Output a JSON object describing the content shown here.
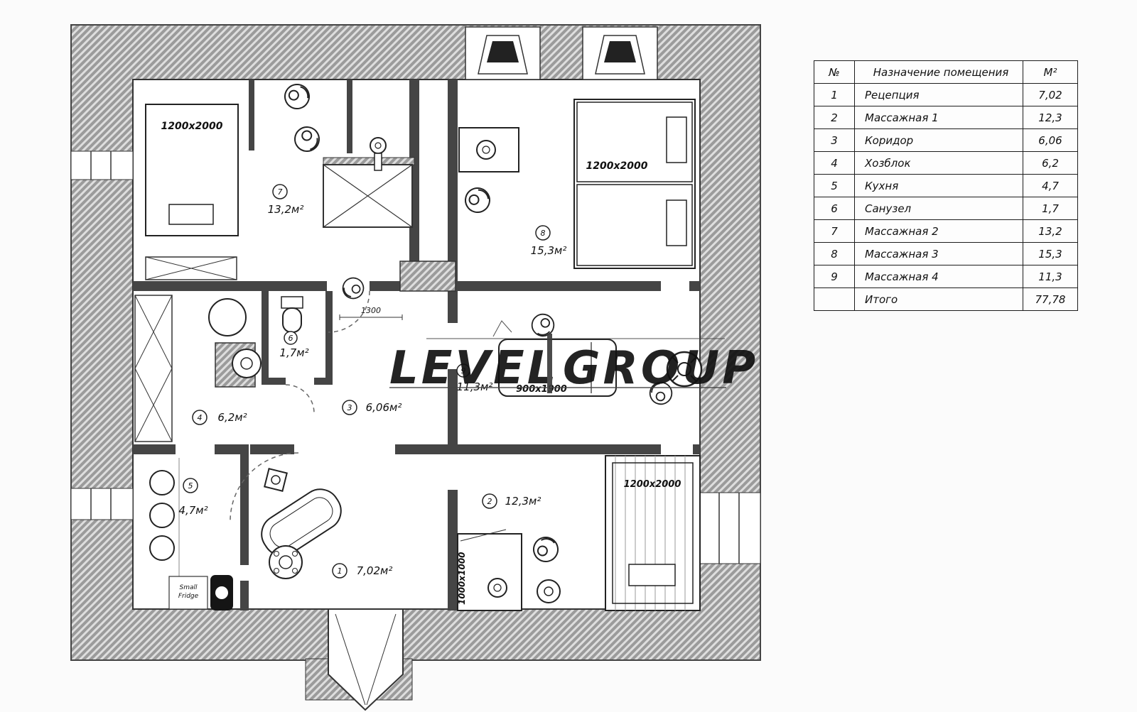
{
  "plan": {
    "watermark_left": "LEVEL",
    "watermark_right": "GROUP",
    "labels": {
      "room1_num": "1",
      "room1_area": "7,02м²",
      "room2_num": "2",
      "room2_area": "12,3м²",
      "room3_num": "3",
      "room3_area": "6,06м²",
      "room4_num": "4",
      "room4_area": "6,2м²",
      "room5_num": "5",
      "room5_area": "4,7м²",
      "room6_num": "6",
      "room6_area": "1,7м²",
      "room7_num": "7",
      "room7_area": "13,2м²",
      "room8_num": "8",
      "room8_area": "15,3м²",
      "room9_num": "9",
      "room9_area": "11,3м²"
    },
    "dimensions": {
      "bed_top_left": "1200x2000",
      "bed_top_right": "1200x2000",
      "bed_bottom_right": "1200x2000",
      "massage_table": "900x1900",
      "shower": "1000x1000",
      "corridor_width": "1300"
    },
    "fridge_line1": "Small",
    "fridge_line2": "Fridge"
  },
  "table": {
    "headers": {
      "num": "№",
      "name": "Назначение помещения",
      "area": "М²"
    },
    "rows": [
      {
        "num": "1",
        "name": "Рецепция",
        "area": "7,02"
      },
      {
        "num": "2",
        "name": "Массажная 1",
        "area": "12,3"
      },
      {
        "num": "3",
        "name": "Коридор",
        "area": "6,06"
      },
      {
        "num": "4",
        "name": "Хозблок",
        "area": "6,2"
      },
      {
        "num": "5",
        "name": "Кухня",
        "area": "4,7"
      },
      {
        "num": "6",
        "name": "Санузел",
        "area": "1,7"
      },
      {
        "num": "7",
        "name": "Массажная 2",
        "area": "13,2"
      },
      {
        "num": "8",
        "name": "Массажная 3",
        "area": "15,3"
      },
      {
        "num": "9",
        "name": "Массажная 4",
        "area": "11,3"
      },
      {
        "num": "",
        "name": "Итого",
        "area": "77,78"
      }
    ]
  }
}
